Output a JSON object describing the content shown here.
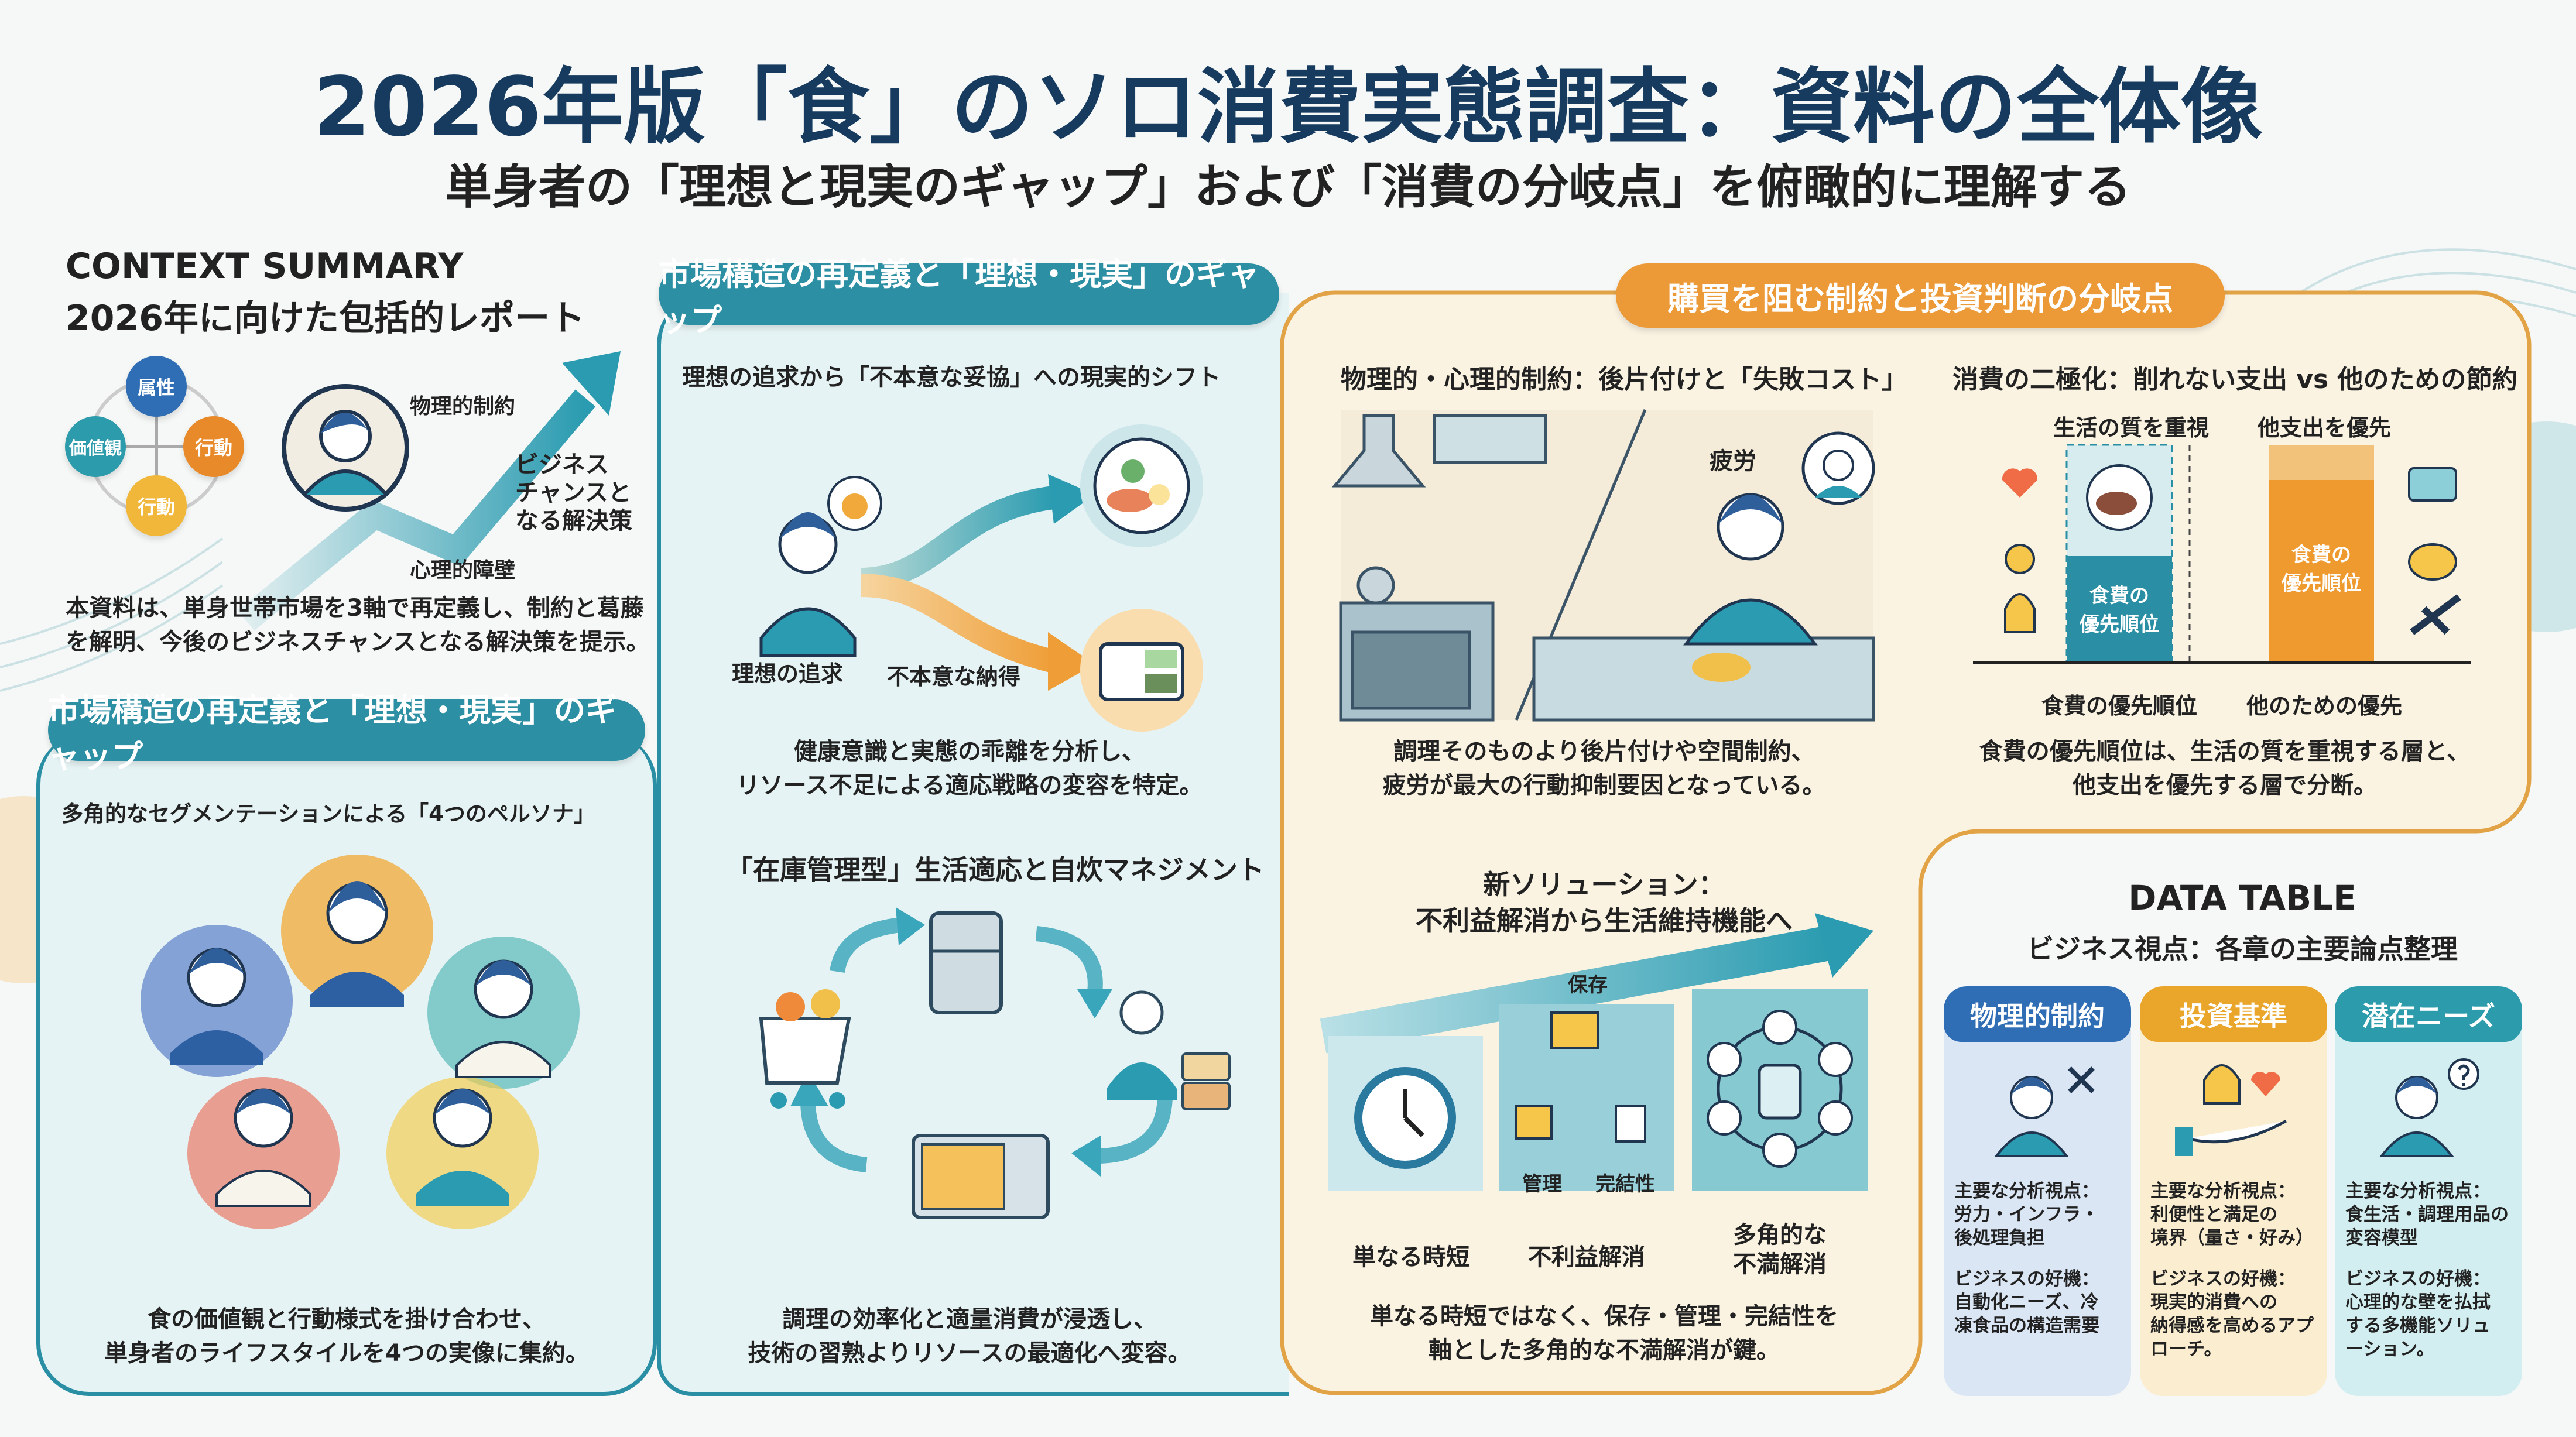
{
  "header": {
    "title": "2026年版「食」のソロ消費実態調査：資料の全体像",
    "subtitle": "単身者の「理想と現実のギャップ」および「消費の分岐点」を俯瞰的に理解する"
  },
  "context": {
    "heading": "CONTEXT SUMMARY",
    "subheading": "2026年に向けた包括的レポート",
    "axes": [
      "属性",
      "価値観",
      "行動",
      "行動"
    ],
    "label_physical": "物理的制約",
    "label_psych": "心理的障壁",
    "label_chance": "ビジネス\nチャンスと\nなる解決策",
    "body": "本資料は、単身世帯市場を3軸で再定義し、制約と葛藤\nを解明、今後のビジネスチャンスとなる解決策を提示。"
  },
  "personas": {
    "header": "市場構造の再定義と「理想・現実」のギャップ",
    "heading": "多角的なセグメンテーションによる「4つのペルソナ」",
    "body": "食の価値観と行動様式を掛け合わせ、\n単身者のライフスタイルを4つの実像に集約。"
  },
  "gap": {
    "header": "市場構造の再定義と「理想・現実」のギャップ",
    "heading": "理想の追求から「不本意な妥協」への現実的シフト",
    "label_ideal": "理想の追求",
    "label_compromise": "不本意な納得",
    "body": "健康意識と実態の乖離を分析し、\nリソース不足による適応戦略の変容を特定。",
    "inventory_heading": "「在庫管理型」生活適応と自炊マネジメント",
    "inventory_body": "調理の効率化と適量消費が浸透し、\n技術の習熟よりリソースの最適化へ変容。"
  },
  "constraints": {
    "header": "購買を阻む制約と投資判断の分岐点",
    "physical_heading": "物理的・心理的制約：後片付けと「失敗コスト」",
    "fatigue_label": "疲労",
    "physical_body": "調理そのものより後片付けや空間制約、\n疲労が最大の行動抑制要因となっている。",
    "split_heading": "消費の二極化：削れない支出 vs 他のための節約",
    "col_quality": "生活の質を重視",
    "col_other": "他支出を優先",
    "bar_label_1": "食費の\n優先順位",
    "bar_label_2": "食費の\n優先順位",
    "axis_label_1": "食費の優先順位",
    "axis_label_2": "他のための優先",
    "split_body": "食費の優先順位は、生活の質を重視する層と、\n他支出を優先する層で分断。",
    "solution_heading": "新ソリューション：\n不利益解消から生活維持機能へ",
    "steps": [
      "単なる時短",
      "不利益解消",
      "多角的な\n不満解消"
    ],
    "cycle": [
      "保存",
      "管理",
      "完結性"
    ],
    "solution_body": "単なる時短ではなく、保存・管理・完結性を\n軸とした多角的な不満解消が鍵。"
  },
  "data_table": {
    "title": "DATA TABLE",
    "subtitle": "ビジネス視点：各章の主要論点整理",
    "cards": [
      {
        "label": "物理的制約",
        "color": "#2f6db5",
        "view": "主要な分析視点：\n労力・インフラ・\n後処理負担",
        "chance": "ビジネスの好機：\n自動化ニーズ、冷\n凍食品の構造需要"
      },
      {
        "label": "投資基準",
        "color": "#eaa62b",
        "view": "主要な分析視点：\n利便性と満足の\n境界（量さ・好み）",
        "chance": "ビジネスの好機：\n現実的消費への\n納得感を高めるアプ\nローチ。"
      },
      {
        "label": "潜在ニーズ",
        "color": "#2c9bab",
        "view": "主要な分析視点：\n食生活・調理用品の\n変容模型",
        "chance": "ビジネスの好機：\n心理的な壁を払拭\nする多機能ソリュ\nーション。"
      }
    ]
  },
  "colors": {
    "teal": "#2a8fa4",
    "orange": "#ec9a37",
    "navy": "#173b5e"
  }
}
